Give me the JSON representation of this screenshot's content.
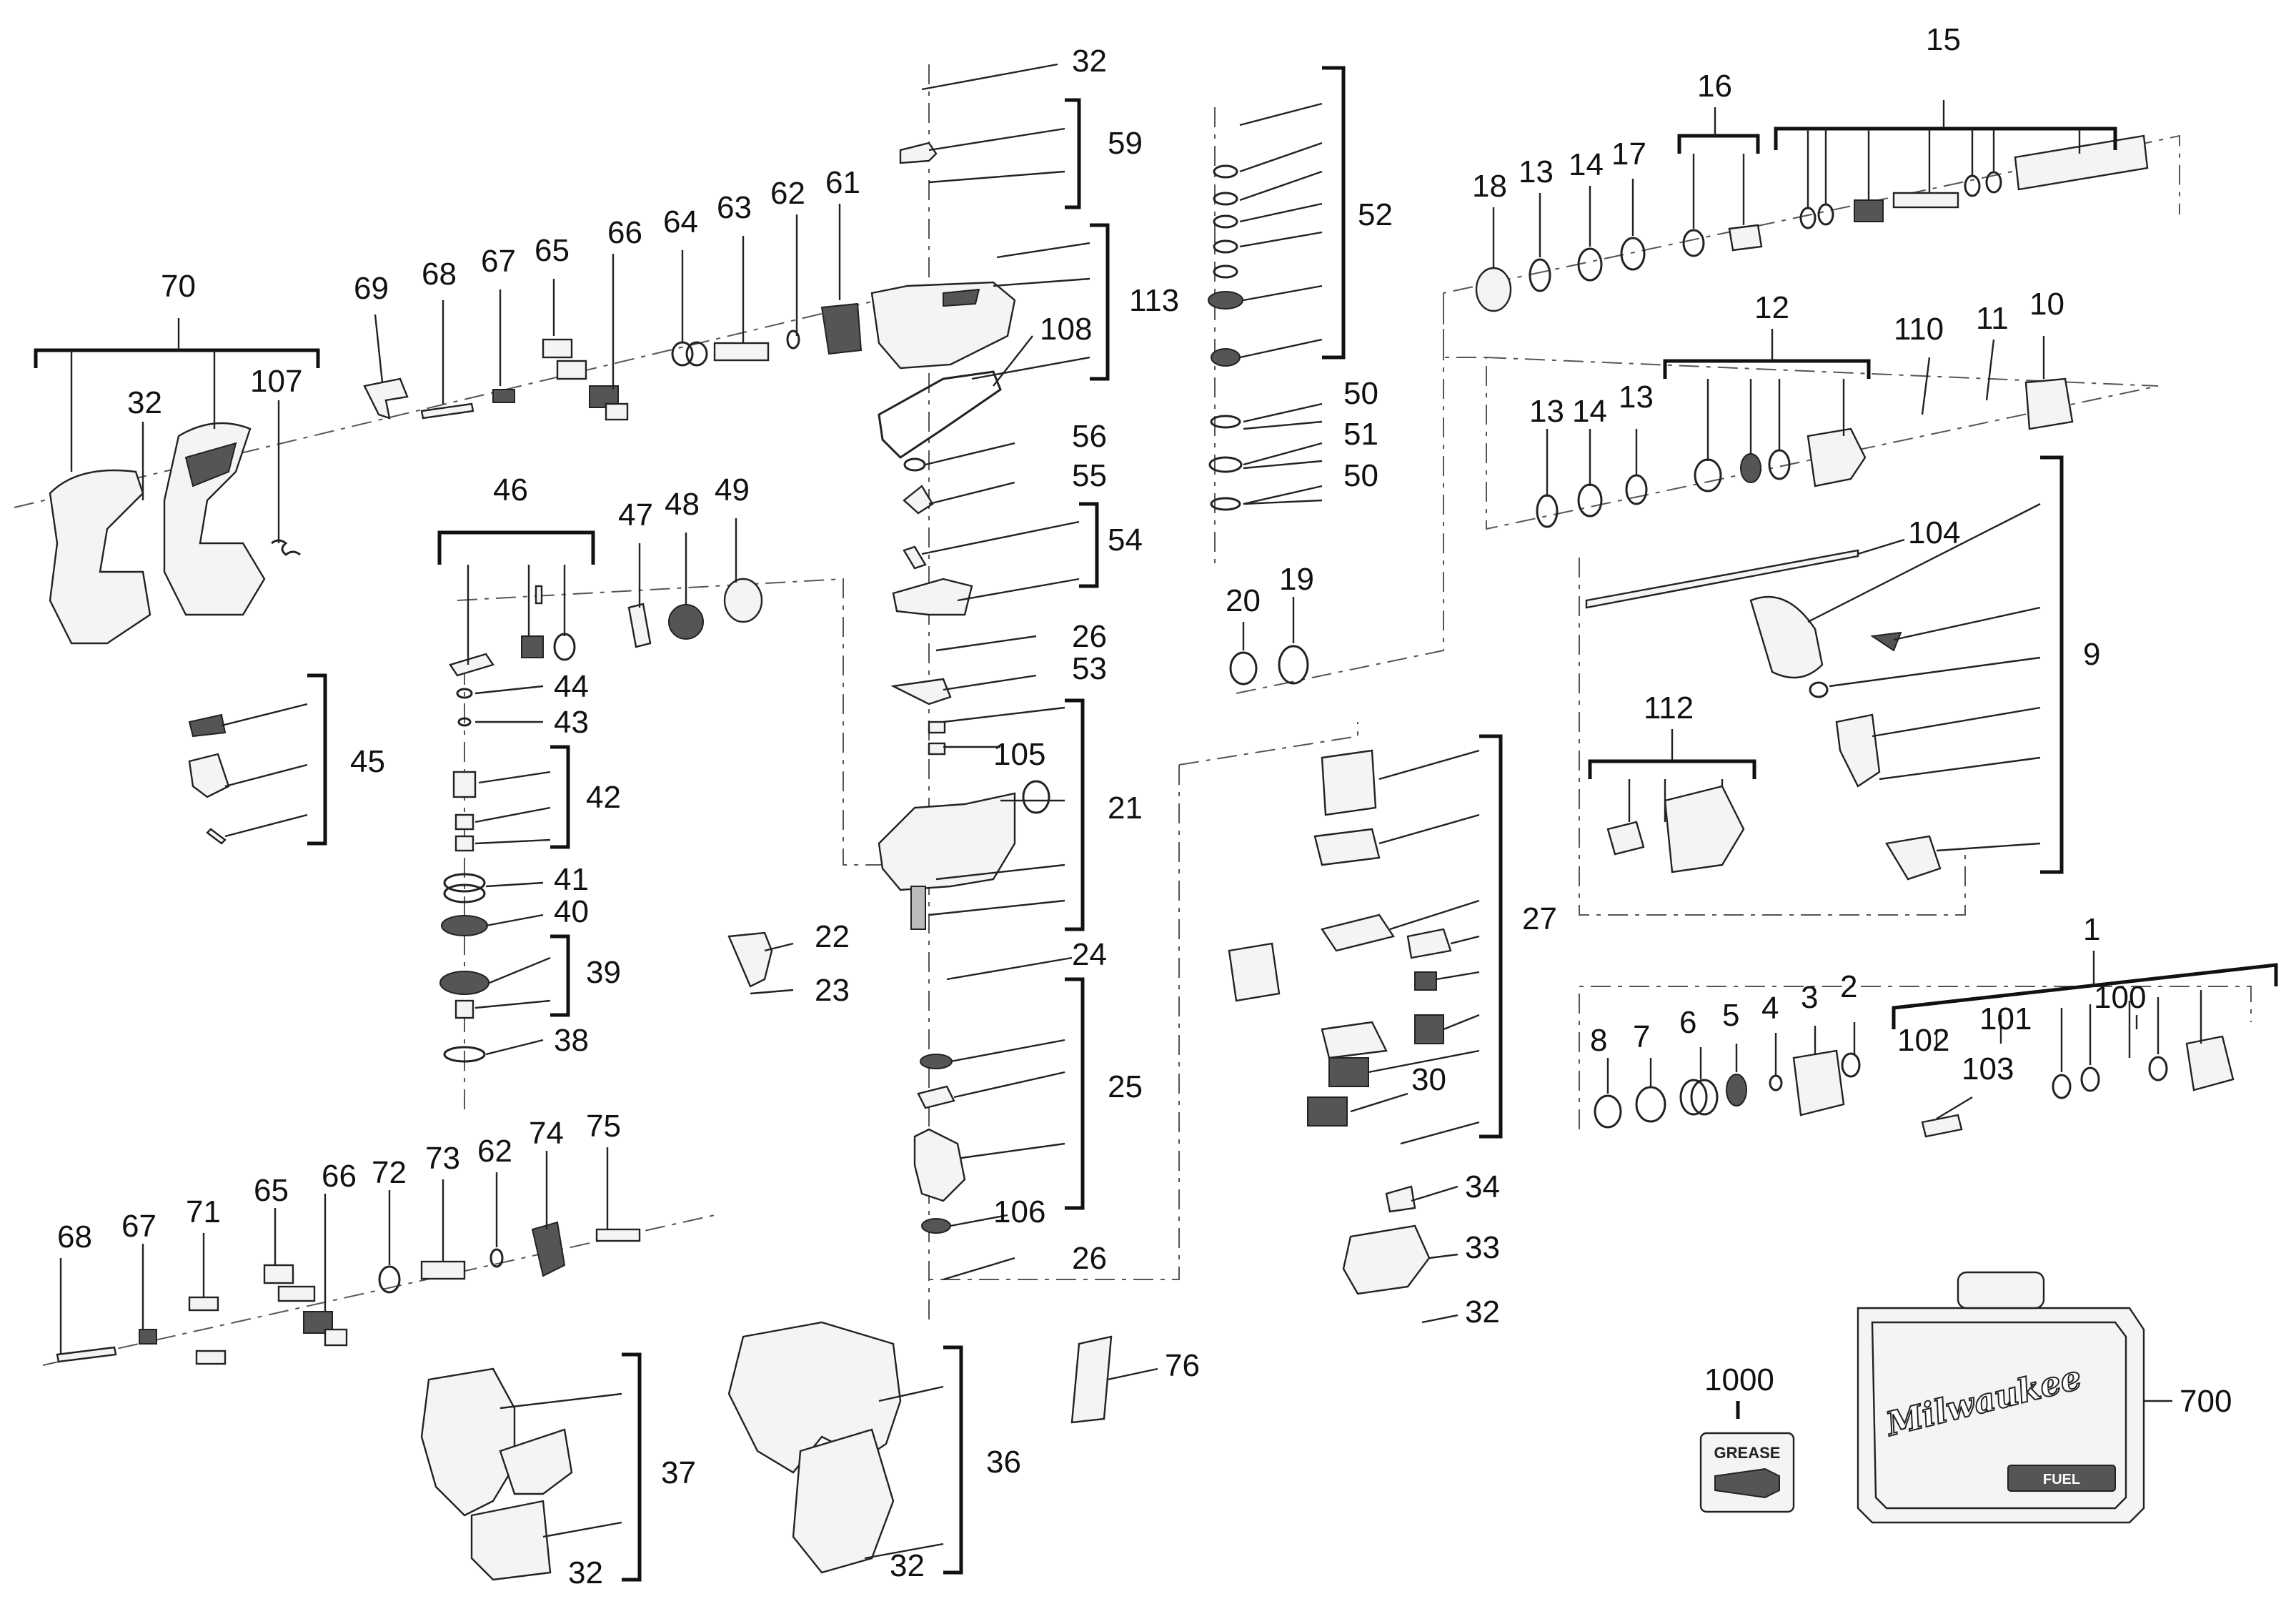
{
  "labels": {
    "l70": "70",
    "l32a": "32",
    "l107": "107",
    "l69": "69",
    "l68a": "68",
    "l67a": "67",
    "l65a": "65",
    "l66a": "66",
    "l64": "64",
    "l63": "63",
    "l62a": "62",
    "l61": "61",
    "l32b": "32",
    "l59": "59",
    "l113": "113",
    "l108": "108",
    "l52": "52",
    "l56": "56",
    "l55": "55",
    "l54": "54",
    "l26a": "26",
    "l53": "53",
    "l105": "105",
    "l21": "21",
    "l22": "22",
    "l23": "23",
    "l24": "24",
    "l25": "25",
    "l106": "106",
    "l26b": "26",
    "l46": "46",
    "l47": "47",
    "l48": "48",
    "l49": "49",
    "l44": "44",
    "l43": "43",
    "l42": "42",
    "l45": "45",
    "l41": "41",
    "l40": "40",
    "l39": "39",
    "l38": "38",
    "l50a": "50",
    "l51": "51",
    "l50b": "50",
    "l20": "20",
    "l19": "19",
    "l15": "15",
    "l16": "16",
    "l18": "18",
    "l13a": "13",
    "l14a": "14",
    "l17": "17",
    "l12": "12",
    "l13b": "13",
    "l14b": "14",
    "l13c": "13",
    "l110": "110",
    "l11": "11",
    "l10": "10",
    "l104": "104",
    "l9": "9",
    "l112": "112",
    "l27": "27",
    "l30": "30",
    "l34": "34",
    "l33": "33",
    "l32c": "32",
    "l1": "1",
    "l8": "8",
    "l7": "7",
    "l6": "6",
    "l5": "5",
    "l4": "4",
    "l3": "3",
    "l2": "2",
    "l102": "102",
    "l101": "101",
    "l100": "100",
    "l103": "103",
    "l68b": "68",
    "l67b": "67",
    "l71": "71",
    "l65b": "65",
    "l66b": "66",
    "l72": "72",
    "l73": "73",
    "l62b": "62",
    "l74": "74",
    "l75": "75",
    "l37": "37",
    "l32d": "32",
    "l36": "36",
    "l32e": "32",
    "l76": "76",
    "l1000": "1000",
    "l700": "700"
  },
  "grease_box_text": "GREASE",
  "case_brand": "Milwaukee",
  "case_badge": "FUEL",
  "colors": {
    "ink": "#111111",
    "paper": "#ffffff"
  }
}
